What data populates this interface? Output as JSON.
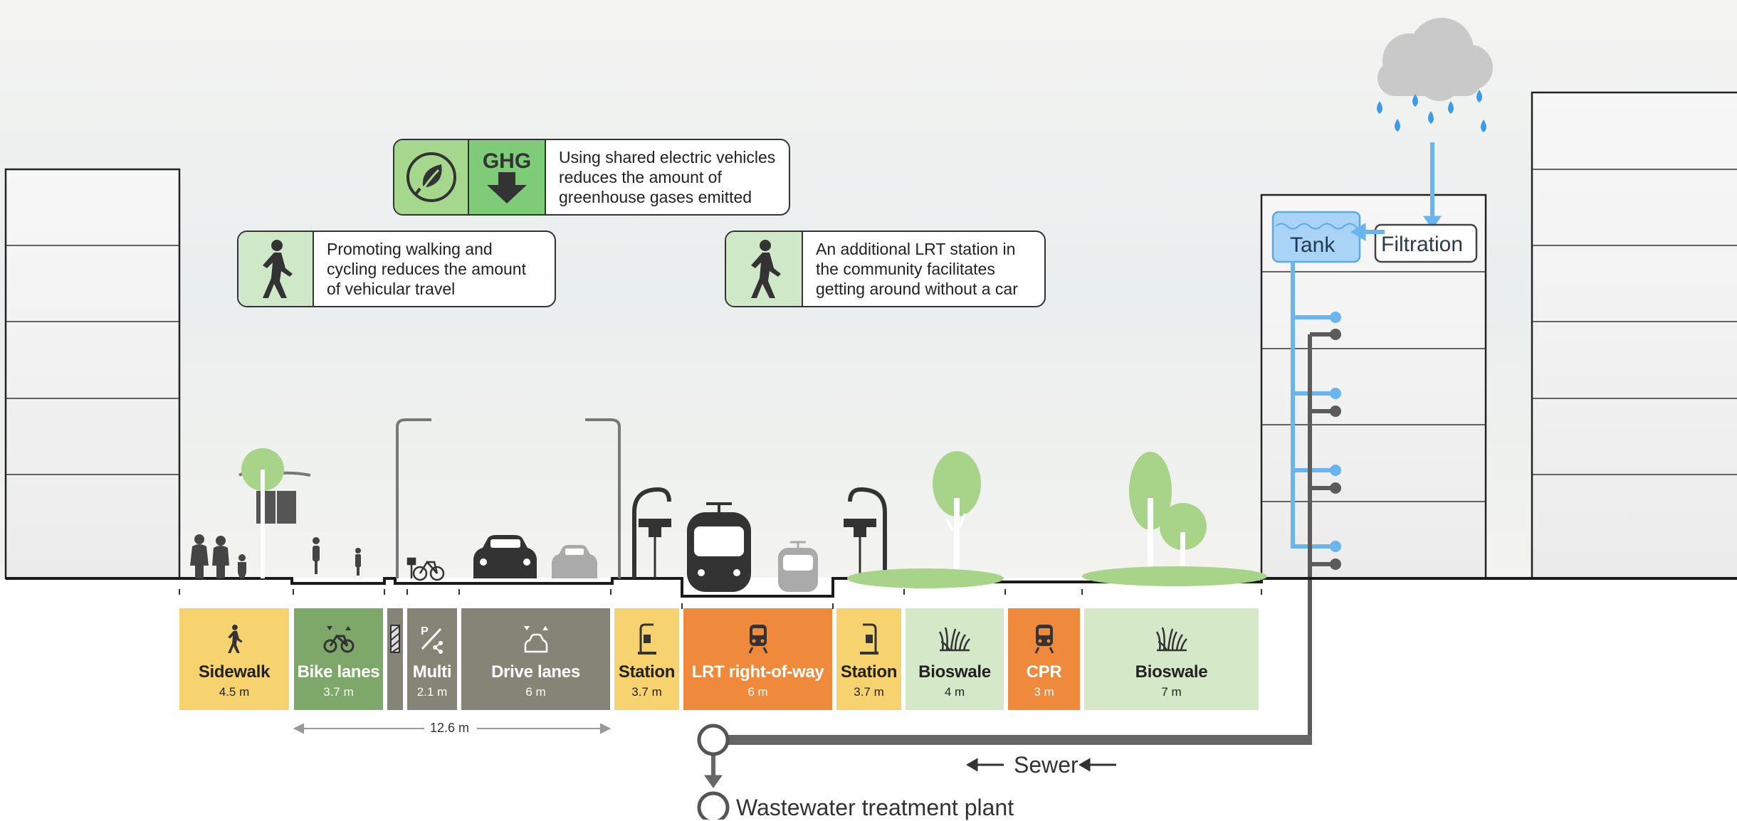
{
  "callouts": {
    "ghg": {
      "badge": "GHG",
      "lines": [
        "Using shared electric vehicles",
        "reduces the amount of",
        "greenhouse gases emitted"
      ],
      "icons": [
        "leaf-plug-icon",
        "down-arrow-icon"
      ]
    },
    "walking": {
      "lines": [
        "Promoting walking and",
        "cycling reduces the amount",
        "of vehicular travel"
      ],
      "icon": "pedestrian-icon"
    },
    "lrt": {
      "lines": [
        "An additional LRT station in",
        "the community facilitates",
        "getting around without a car"
      ],
      "icon": "pedestrian-icon"
    }
  },
  "segments": [
    {
      "name": "Sidewalk",
      "width": "4.5 m",
      "color": "#f6d36e",
      "icon": "pedestrian-icon"
    },
    {
      "name": "Bike lanes",
      "width": "3.7 m",
      "color": "#7da86a",
      "icon": "bicycle-icon"
    },
    {
      "name": "",
      "width": "",
      "color": "#858577",
      "icon": "buffer-hatch-icon"
    },
    {
      "name": "Multi",
      "width": "2.1 m",
      "color": "#858577",
      "icon": "parking-share-icon"
    },
    {
      "name": "Drive lanes",
      "width": "6 m",
      "color": "#858577",
      "icon": "car-icon"
    },
    {
      "name": "Station",
      "width": "3.7 m",
      "color": "#f6d36e",
      "icon": "station-icon"
    },
    {
      "name": "LRT right-of-way",
      "width": "6 m",
      "color": "#ef8a3d",
      "icon": "train-icon"
    },
    {
      "name": "Station",
      "width": "3.7 m",
      "color": "#f6d36e",
      "icon": "station-icon"
    },
    {
      "name": "Bioswale",
      "width": "4 m",
      "color": "#d5e9c8",
      "icon": "grass-icon"
    },
    {
      "name": "CPR",
      "width": "3 m",
      "color": "#ef8a3d",
      "icon": "train-icon"
    },
    {
      "name": "Bioswale",
      "width": "7 m",
      "color": "#d5e9c8",
      "icon": "grass-icon"
    }
  ],
  "dimension": {
    "label": "12.6 m"
  },
  "water": {
    "tank": "Tank",
    "filtration": "Filtration",
    "sewer": "Sewer",
    "plant": "Wastewater treatment plant"
  },
  "colors": {
    "water_blue": "#6ab4ef",
    "sewer_grey": "#666666",
    "tree_green": "#a8d48a",
    "dark": "#333333"
  }
}
